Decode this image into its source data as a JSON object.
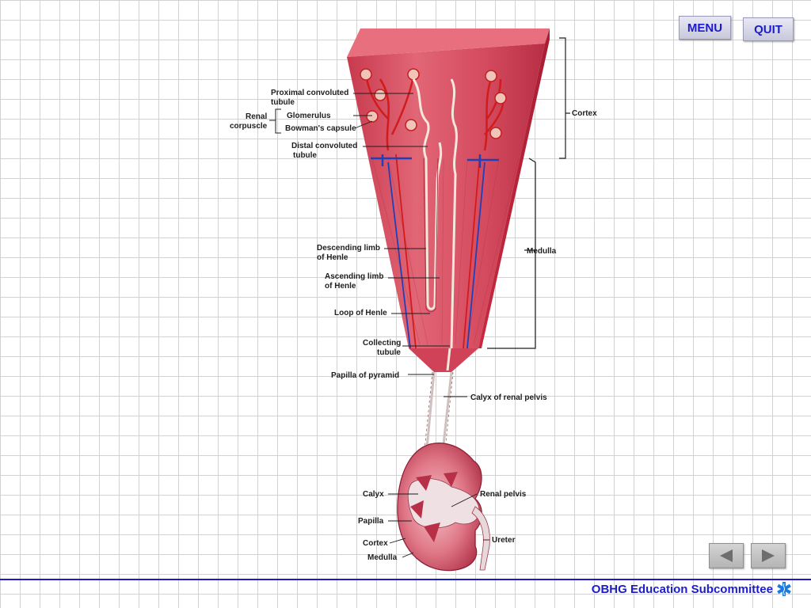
{
  "buttons": {
    "menu": "MENU",
    "quit": "QUIT"
  },
  "navigation": {
    "previous_icon": "left-triangle-icon",
    "next_icon": "right-triangle-icon"
  },
  "footer": {
    "text": "OBHG Education Subcommittee",
    "icon": "star-of-life-icon"
  },
  "labels": {
    "proximal_1": "Proximal convoluted",
    "proximal_2": "tubule",
    "renal_corpuscle_1": "Renal",
    "renal_corpuscle_2": "corpuscle",
    "glomerulus": "Glomerulus",
    "bowmans_capsule": "Bowman's capsule",
    "distal_1": "Distal convoluted",
    "distal_2": "tubule",
    "descending_1": "Descending limb",
    "descending_2": "of Henle",
    "ascending_1": "Ascending limb",
    "ascending_2": "of Henle",
    "loop": "Loop of Henle",
    "collecting_1": "Collecting",
    "collecting_2": "tubule",
    "papilla_pyramid": "Papilla of pyramid",
    "calyx_renal_pelvis": "Calyx of renal pelvis",
    "cortex_right": "Cortex",
    "medulla_right": "Medulla",
    "calyx": "Calyx",
    "papilla": "Papilla",
    "cortex_kidney": "Cortex",
    "medulla_kidney": "Medulla",
    "renal_pelvis": "Renal pelvis",
    "ureter": "Ureter"
  },
  "colors": {
    "tissue": "#d9485e",
    "tissue_light": "#ec8a96",
    "artery": "#d21c1c",
    "vein": "#2140b8",
    "tubule": "#f2e8dc",
    "accent": "#1c1ccc"
  }
}
